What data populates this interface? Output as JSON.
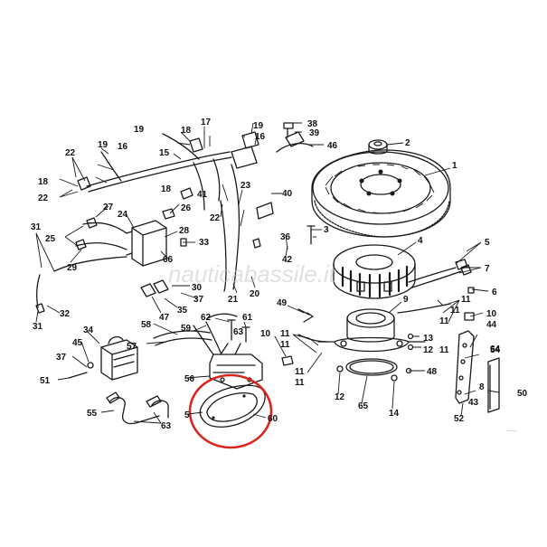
{
  "watermark": "nauticabassile.it",
  "corner_code": "~~~~~",
  "highlight": {
    "part": "60",
    "color": "#d9251d"
  },
  "callouts": [
    "1",
    "2",
    "3",
    "4",
    "5",
    "6",
    "7",
    "8",
    "9",
    "10",
    "11",
    "12",
    "13",
    "14",
    "15",
    "16",
    "17",
    "18",
    "19",
    "20",
    "21",
    "22",
    "23",
    "24",
    "25",
    "26",
    "27",
    "28",
    "29",
    "30",
    "31",
    "32",
    "33",
    "34",
    "35",
    "36",
    "37",
    "38",
    "39",
    "40",
    "41",
    "42",
    "43",
    "44",
    "45",
    "46",
    "47",
    "48",
    "49",
    "50",
    "51",
    "52",
    "54",
    "55",
    "56",
    "57",
    "58",
    "59",
    "60",
    "61",
    "62",
    "63",
    "64",
    "65",
    "66"
  ]
}
